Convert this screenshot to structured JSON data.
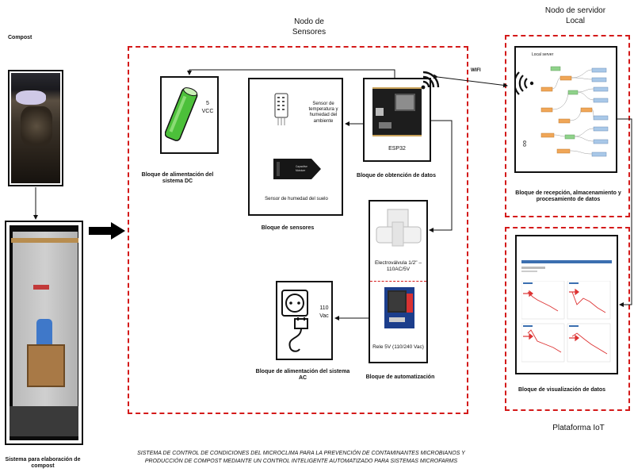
{
  "left": {
    "compost_title": "Compost",
    "system_caption": "Sistema para elaboración de compost"
  },
  "sensor_node": {
    "title": "Nodo de Sensores",
    "power_dc_label": "5 VCC",
    "power_dc_caption": "Bloque de alimentación del sistema DC",
    "temp_sensor_label": "Sensor de temperatura y humedad del ambiente",
    "soil_sensor_label": "Sensor de humedad del suelo",
    "sensors_caption": "Bloque de sensores",
    "esp_label": "ESP32",
    "esp_caption": "Bloque de obtención de datos",
    "valve_label": "Electroválvula 1/2\" – 110AC/5V",
    "relay_label": "Rele 5V (110/240 Vac)",
    "automation_caption": "Bloque de automatización",
    "power_ac_label": "110 Vac",
    "power_ac_caption": "Bloque de alimentación del sistema AC"
  },
  "wifi_label": "WIFI",
  "server_node": {
    "title": "Nodo de servidor Local",
    "local_server_label": "Local server",
    "caption": "Bloque de recepción, almacenamiento y procesamiento de datos"
  },
  "iot": {
    "caption": "Bloque de visualización de datos",
    "title": "Plataforma IoT"
  },
  "footer": {
    "line1": "SISTEMA DE CONTROL DE CONDICIONES DEL MICROCLIMA PARA LA PREVENCIÓN DE CONTAMINANTES MICROBIANOS Y",
    "line2": "PRODUCCIÓN DE COMPOST MEDIANTE UN CONTROL INTELIGENTE AUTOMATIZADO PARA SISTEMAS MICROFARMS"
  },
  "colors": {
    "dashed_border": "#d41a1a",
    "battery_green": "#4cc03a",
    "esp_board": "#1d1d1d",
    "relay_blue": "#1c3e8c"
  }
}
